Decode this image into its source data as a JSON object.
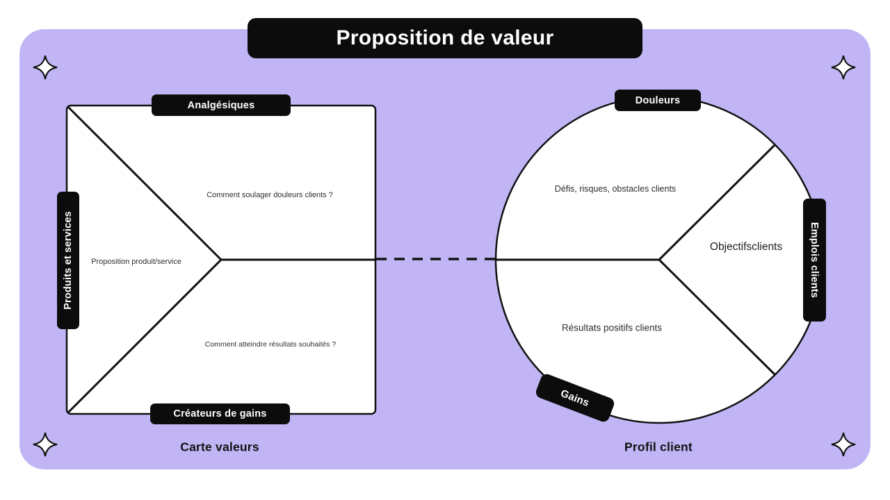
{
  "title": "Proposition de valeur",
  "colors": {
    "page_background": "#ffffff",
    "panel_background": "#c2b5f5",
    "badge_background": "#0c0c0c",
    "badge_text": "#ffffff",
    "line_color": "#111111",
    "shape_fill": "#ffffff"
  },
  "value_map": {
    "caption": "Carte valeurs",
    "badge_top": "Analgésiques",
    "badge_left": "Produits et services",
    "badge_bottom": "Créateurs de gains",
    "text_top": "Comment soulager douleurs clients ?",
    "text_left": "Proposition produit/service",
    "text_bottom": "Comment atteindre résultats souhaités ?"
  },
  "customer_profile": {
    "caption": "Profil client",
    "badge_top": "Douleurs",
    "badge_right": "Emplois clients",
    "badge_bottom": "Gains",
    "text_top": "Défis, risques, obstacles clients",
    "text_right": "Objectifsclients",
    "text_bottom": "Résultats positifs clients"
  },
  "decorations": {
    "sparkle_count": 4
  }
}
